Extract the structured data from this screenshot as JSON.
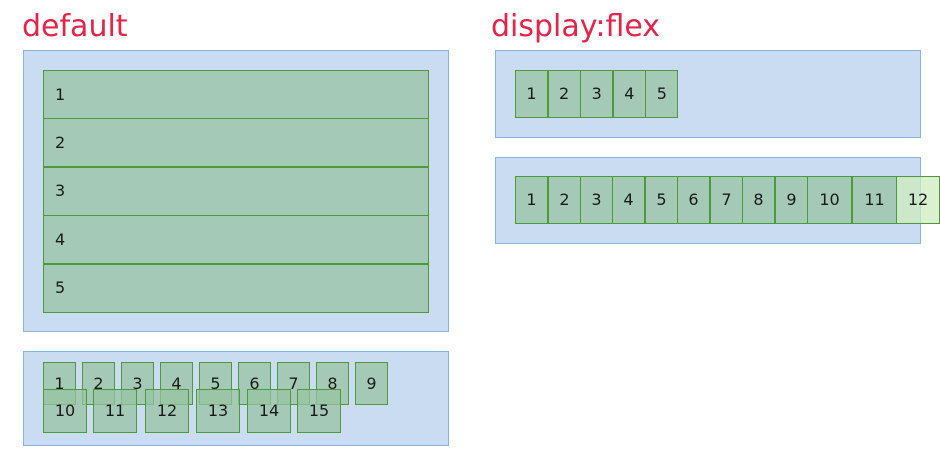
{
  "headings": {
    "default": "default",
    "flex": "display:flex"
  },
  "default_block_items": [
    "1",
    "2",
    "3",
    "4",
    "5"
  ],
  "default_inline_items": [
    "1",
    "2",
    "3",
    "4",
    "5",
    "6",
    "7",
    "8",
    "9",
    "10",
    "11",
    "12",
    "13",
    "14",
    "15"
  ],
  "flex_small_items": [
    "1",
    "2",
    "3",
    "4",
    "5"
  ],
  "flex_many_items": [
    "1",
    "2",
    "3",
    "4",
    "5",
    "6",
    "7",
    "8",
    "9",
    "10",
    "11",
    "12"
  ],
  "colors": {
    "heading": "#e8234a",
    "panel_bg": "#c9dcf2",
    "panel_border": "#88b3e0",
    "item_bg": "#b3d2c3",
    "item_border": "#4f9a38"
  }
}
